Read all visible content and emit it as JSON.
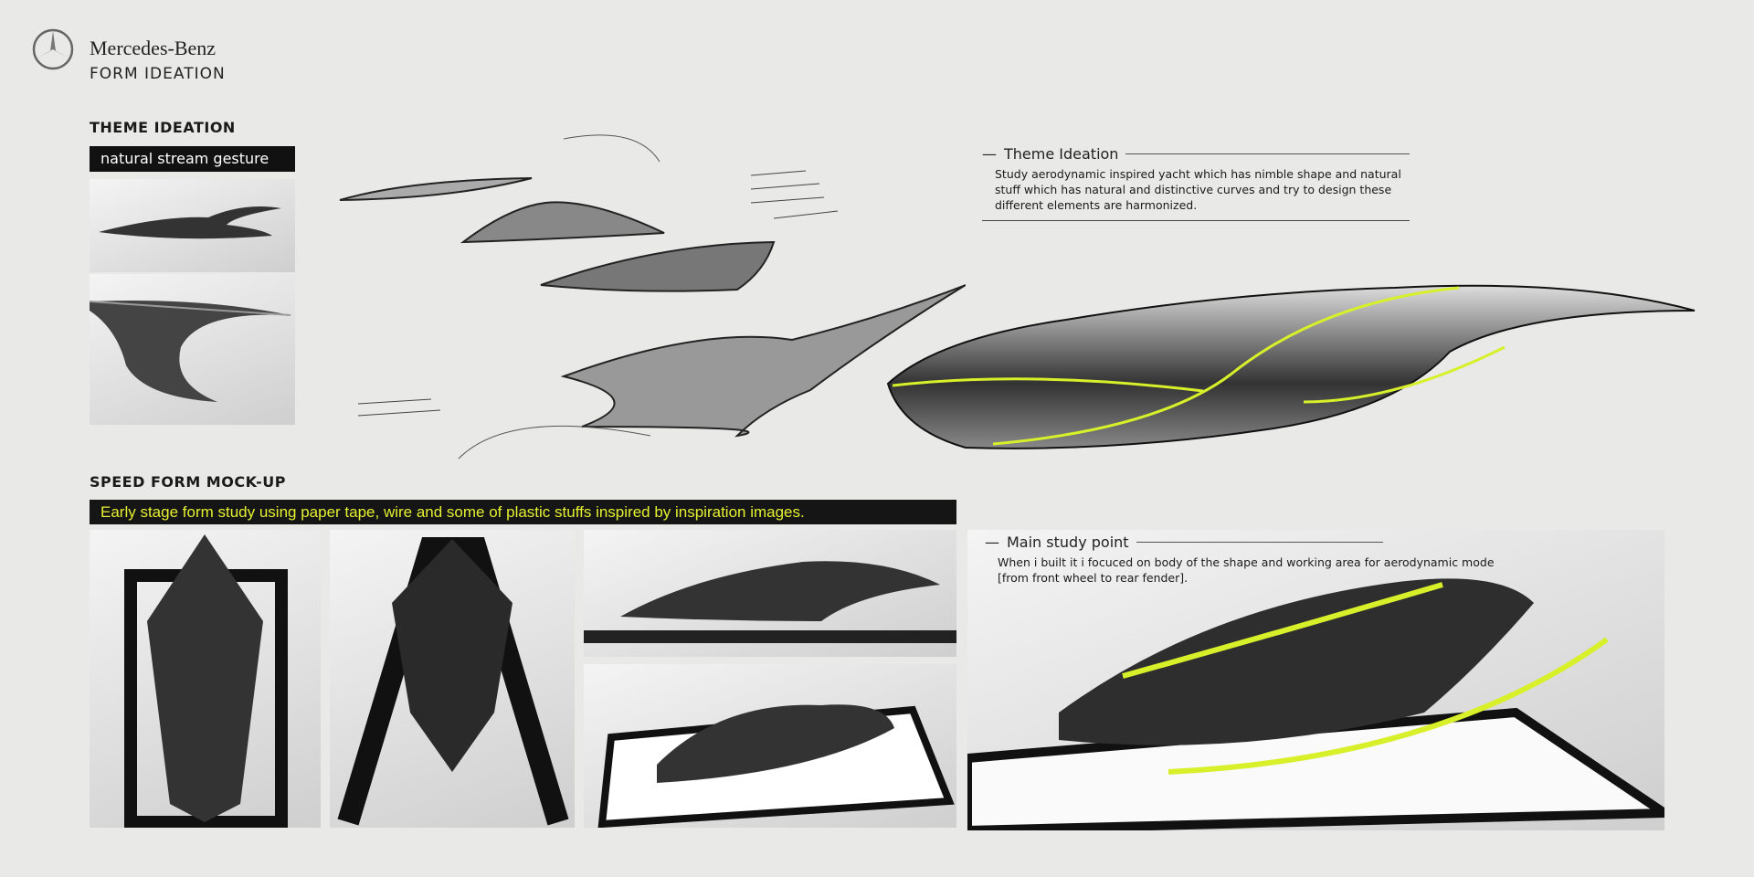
{
  "header": {
    "brand": "Mercedes-Benz",
    "subtitle": "FORM IDEATION",
    "logo": "mercedes-star-logo"
  },
  "theme": {
    "heading": "THEME IDEATION",
    "label": "natural stream gesture",
    "note_title": "Theme Ideation",
    "note_body": "Study aerodynamic inspired yacht which has nimble shape and natural stuff which has natural and distinctive curves and try to design these different elements are harmonized."
  },
  "mockup": {
    "heading": "SPEED FORM MOCK-UP",
    "caption": "Early stage form study using paper tape, wire and some of plastic stuffs inspired by inspiration images.",
    "note_title": "Main study point",
    "note_body": "When i built it i focuced on body of the shape and working area for aerodynamic mode [from front wheel to rear fender]."
  },
  "colors": {
    "accent": "#d7f02a",
    "background": "#e9e9e8",
    "label_bg": "#111111"
  }
}
